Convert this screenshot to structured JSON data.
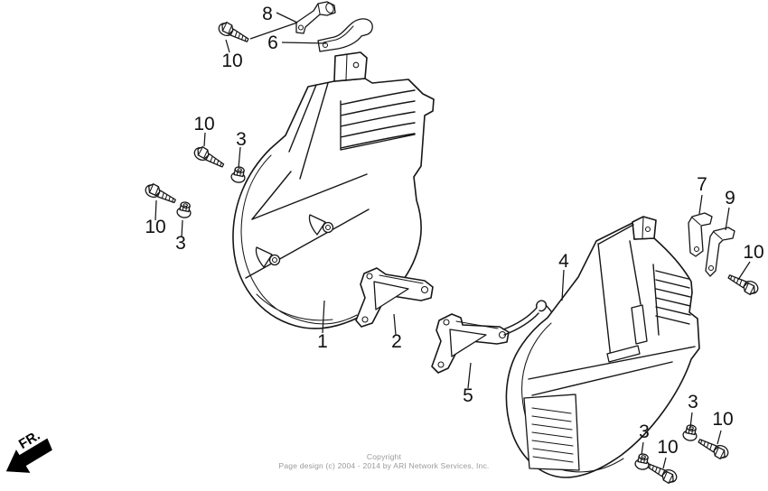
{
  "colors": {
    "background": "#ffffff",
    "line": "#161616",
    "copyright_text": "#9a9a9a"
  },
  "fr_arrow": {
    "label": "FR."
  },
  "copyright": {
    "line1": "Copyright",
    "line2": "Page design (c) 2004 - 2014 by ARI Network Services, Inc."
  },
  "callouts": [
    {
      "label": "8"
    },
    {
      "label": "6"
    },
    {
      "label": "10"
    },
    {
      "label": "10"
    },
    {
      "label": "3"
    },
    {
      "label": "10"
    },
    {
      "label": "3"
    },
    {
      "label": "1"
    },
    {
      "label": "2"
    },
    {
      "label": "5"
    },
    {
      "label": "4"
    },
    {
      "label": "7"
    },
    {
      "label": "9"
    },
    {
      "label": "10"
    },
    {
      "label": "3"
    },
    {
      "label": "10"
    },
    {
      "label": "3"
    },
    {
      "label": "10"
    }
  ]
}
